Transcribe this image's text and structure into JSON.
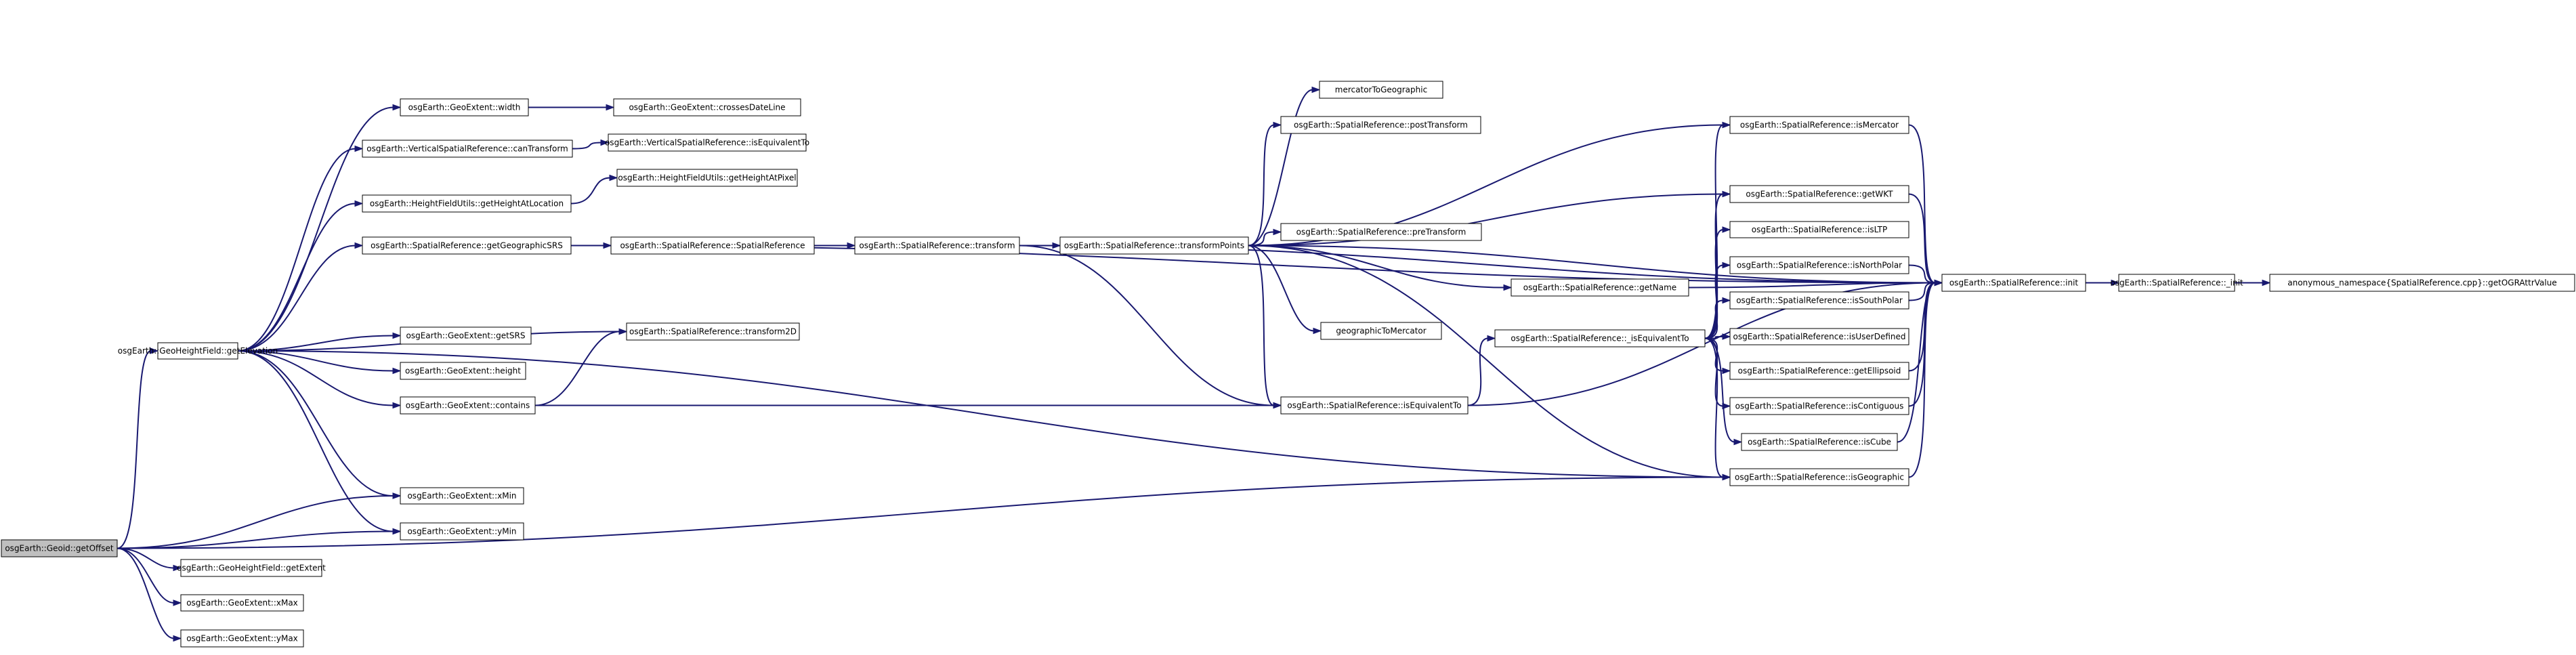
{
  "diagram": {
    "edge_color": "#191970",
    "root_fill": "#bfbfbf",
    "nodes": [
      {
        "id": "n0",
        "label": "osgEarth::Geoid::getOffset",
        "root": true
      },
      {
        "id": "n1",
        "label": "osgEarth::GeoHeightField::getElevation"
      },
      {
        "id": "n2",
        "label": "osgEarth::GeoHeightField::getExtent"
      },
      {
        "id": "n3",
        "label": "osgEarth::GeoExtent::xMax"
      },
      {
        "id": "n4",
        "label": "osgEarth::GeoExtent::yMax"
      },
      {
        "id": "n5",
        "label": "osgEarth::GeoExtent::xMin"
      },
      {
        "id": "n6",
        "label": "osgEarth::GeoExtent::yMin"
      },
      {
        "id": "n7",
        "label": "osgEarth::GeoExtent::width"
      },
      {
        "id": "n8",
        "label": "osgEarth::VerticalSpatialReference::canTransform"
      },
      {
        "id": "n9",
        "label": "osgEarth::HeightFieldUtils::getHeightAtLocation"
      },
      {
        "id": "n10",
        "label": "osgEarth::SpatialReference::getGeographicSRS"
      },
      {
        "id": "n11",
        "label": "osgEarth::GeoExtent::getSRS"
      },
      {
        "id": "n12",
        "label": "osgEarth::GeoExtent::height"
      },
      {
        "id": "n13",
        "label": "osgEarth::GeoExtent::contains"
      },
      {
        "id": "n14",
        "label": "osgEarth::GeoExtent::crossesDateLine"
      },
      {
        "id": "n15",
        "label": "osgEarth::VerticalSpatialReference::isEquivalentTo"
      },
      {
        "id": "n16",
        "label": "osgEarth::HeightFieldUtils::getHeightAtPixel"
      },
      {
        "id": "n17",
        "label": "osgEarth::SpatialReference::SpatialReference"
      },
      {
        "id": "n18",
        "label": "osgEarth::SpatialReference::transform2D"
      },
      {
        "id": "n19",
        "label": "osgEarth::SpatialReference::transform"
      },
      {
        "id": "n20",
        "label": "osgEarth::SpatialReference::transformPoints"
      },
      {
        "id": "n21",
        "label": "mercatorToGeographic"
      },
      {
        "id": "n22",
        "label": "osgEarth::SpatialReference::postTransform"
      },
      {
        "id": "n23",
        "label": "osgEarth::SpatialReference::preTransform"
      },
      {
        "id": "n24",
        "label": "geographicToMercator"
      },
      {
        "id": "n25",
        "label": "osgEarth::SpatialReference::isEquivalentTo"
      },
      {
        "id": "n26",
        "label": "osgEarth::SpatialReference::getName"
      },
      {
        "id": "n27",
        "label": "osgEarth::SpatialReference::_isEquivalentTo"
      },
      {
        "id": "n28",
        "label": "osgEarth::SpatialReference::isMercator"
      },
      {
        "id": "n29",
        "label": "osgEarth::SpatialReference::getWKT"
      },
      {
        "id": "n30",
        "label": "osgEarth::SpatialReference::isLTP"
      },
      {
        "id": "n31",
        "label": "osgEarth::SpatialReference::isNorthPolar"
      },
      {
        "id": "n32",
        "label": "osgEarth::SpatialReference::isSouthPolar"
      },
      {
        "id": "n33",
        "label": "osgEarth::SpatialReference::isUserDefined"
      },
      {
        "id": "n34",
        "label": "osgEarth::SpatialReference::getEllipsoid"
      },
      {
        "id": "n35",
        "label": "osgEarth::SpatialReference::isContiguous"
      },
      {
        "id": "n36",
        "label": "osgEarth::SpatialReference::isCube"
      },
      {
        "id": "n37",
        "label": "osgEarth::SpatialReference::isGeographic"
      },
      {
        "id": "n38",
        "label": "osgEarth::SpatialReference::init"
      },
      {
        "id": "n39",
        "label": "osgEarth::SpatialReference::_init"
      },
      {
        "id": "n40",
        "label": "anonymous_namespace{SpatialReference.cpp}::getOGRAttrValue"
      }
    ],
    "edges": [
      [
        "n0",
        "n1"
      ],
      [
        "n0",
        "n2"
      ],
      [
        "n0",
        "n3"
      ],
      [
        "n0",
        "n4"
      ],
      [
        "n0",
        "n5"
      ],
      [
        "n0",
        "n6"
      ],
      [
        "n0",
        "n37"
      ],
      [
        "n1",
        "n7"
      ],
      [
        "n1",
        "n8"
      ],
      [
        "n1",
        "n9"
      ],
      [
        "n1",
        "n10"
      ],
      [
        "n1",
        "n11"
      ],
      [
        "n1",
        "n12"
      ],
      [
        "n1",
        "n13"
      ],
      [
        "n1",
        "n18"
      ],
      [
        "n1",
        "n5"
      ],
      [
        "n1",
        "n6"
      ],
      [
        "n1",
        "n37"
      ],
      [
        "n7",
        "n14"
      ],
      [
        "n8",
        "n15"
      ],
      [
        "n9",
        "n16"
      ],
      [
        "n10",
        "n17"
      ],
      [
        "n10",
        "n38"
      ],
      [
        "n13",
        "n18"
      ],
      [
        "n13",
        "n25"
      ],
      [
        "n17",
        "n19"
      ],
      [
        "n19",
        "n20"
      ],
      [
        "n19",
        "n25"
      ],
      [
        "n19",
        "n38"
      ],
      [
        "n20",
        "n21"
      ],
      [
        "n20",
        "n22"
      ],
      [
        "n20",
        "n23"
      ],
      [
        "n20",
        "n24"
      ],
      [
        "n20",
        "n25"
      ],
      [
        "n20",
        "n26"
      ],
      [
        "n20",
        "n28"
      ],
      [
        "n20",
        "n29"
      ],
      [
        "n20",
        "n37"
      ],
      [
        "n20",
        "n38"
      ],
      [
        "n25",
        "n27"
      ],
      [
        "n25",
        "n38"
      ],
      [
        "n26",
        "n38"
      ],
      [
        "n27",
        "n28"
      ],
      [
        "n27",
        "n29"
      ],
      [
        "n27",
        "n30"
      ],
      [
        "n27",
        "n31"
      ],
      [
        "n27",
        "n32"
      ],
      [
        "n27",
        "n33"
      ],
      [
        "n27",
        "n34"
      ],
      [
        "n27",
        "n35"
      ],
      [
        "n27",
        "n36"
      ],
      [
        "n27",
        "n37"
      ],
      [
        "n28",
        "n38"
      ],
      [
        "n29",
        "n38"
      ],
      [
        "n31",
        "n38"
      ],
      [
        "n32",
        "n38"
      ],
      [
        "n34",
        "n38"
      ],
      [
        "n35",
        "n38"
      ],
      [
        "n36",
        "n38"
      ],
      [
        "n37",
        "n38"
      ],
      [
        "n38",
        "n39"
      ],
      [
        "n39",
        "n40"
      ]
    ]
  }
}
